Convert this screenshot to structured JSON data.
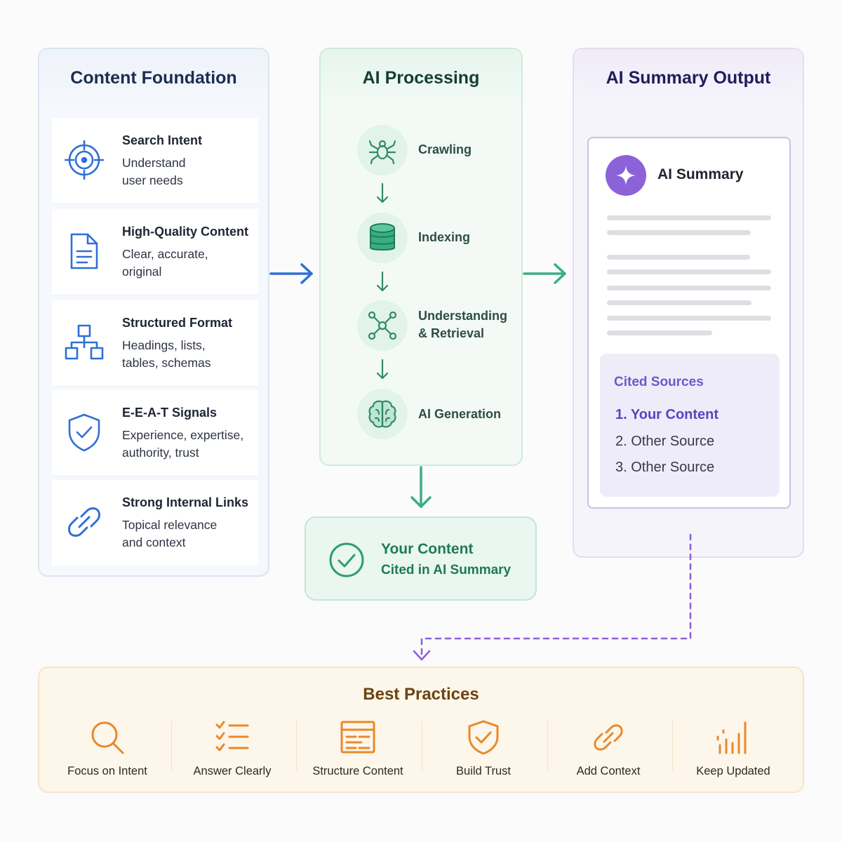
{
  "foundation": {
    "title": "Content Foundation",
    "items": [
      {
        "icon": "target-icon",
        "title": "Search Intent",
        "desc": "Understand user needs"
      },
      {
        "icon": "document-icon",
        "title": "High-Quality Content",
        "desc": "Clear, accurate, original"
      },
      {
        "icon": "hierarchy-icon",
        "title": "Structured Format",
        "desc": "Headings, lists, tables, schemas"
      },
      {
        "icon": "shield-check-icon",
        "title": "E-E-A-T Signals",
        "desc": "Experience, expertise, authority, trust"
      },
      {
        "icon": "link-icon",
        "title": "Strong Internal Links",
        "desc": "Topical relevance and context"
      }
    ]
  },
  "processing": {
    "title": "AI Processing",
    "steps": [
      {
        "icon": "spider-icon",
        "label": "Crawling"
      },
      {
        "icon": "database-icon",
        "label": "Indexing"
      },
      {
        "icon": "network-icon",
        "label": "Understanding & Retrieval"
      },
      {
        "icon": "brain-icon",
        "label": "AI Generation"
      }
    ]
  },
  "result": {
    "line1": "Your Content",
    "line2": "Cited in AI Summary"
  },
  "output": {
    "title": "AI Summary Output",
    "card_title": "AI Summary",
    "sources_title": "Cited Sources",
    "sources": [
      "1.  Your Content",
      "2.  Other Source",
      "3.  Other Source"
    ]
  },
  "practices": {
    "title": "Best Practices",
    "items": [
      {
        "icon": "search-icon",
        "label": "Focus on Intent"
      },
      {
        "icon": "checklist-icon",
        "label": "Answer Clearly"
      },
      {
        "icon": "layout-icon",
        "label": "Structure Content"
      },
      {
        "icon": "shield-check-icon",
        "label": "Build Trust"
      },
      {
        "icon": "link-icon",
        "label": "Add Context"
      },
      {
        "icon": "bar-chart-icon",
        "label": "Keep Updated"
      }
    ]
  },
  "colors": {
    "blue": "#2f6fd6",
    "green": "#3aae83",
    "purple": "#8c62d9",
    "orange": "#e8892a"
  }
}
